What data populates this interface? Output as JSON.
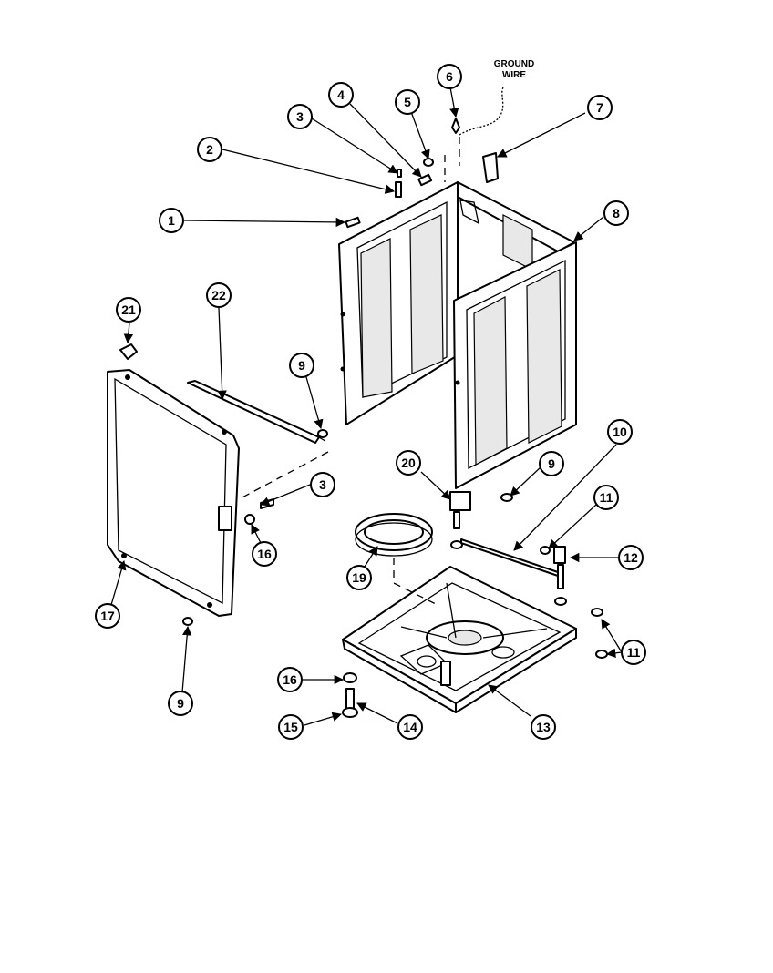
{
  "diagram": {
    "note": {
      "line1": "GROUND",
      "line2": "WIRE"
    },
    "callouts": [
      {
        "key": "c1",
        "label": "1"
      },
      {
        "key": "c2",
        "label": "2"
      },
      {
        "key": "c3a",
        "label": "3"
      },
      {
        "key": "c4",
        "label": "4"
      },
      {
        "key": "c5",
        "label": "5"
      },
      {
        "key": "c6",
        "label": "6"
      },
      {
        "key": "c7",
        "label": "7"
      },
      {
        "key": "c8",
        "label": "8"
      },
      {
        "key": "c9a",
        "label": "9"
      },
      {
        "key": "c9b",
        "label": "9"
      },
      {
        "key": "c9c",
        "label": "9"
      },
      {
        "key": "c10",
        "label": "10"
      },
      {
        "key": "c11a",
        "label": "11"
      },
      {
        "key": "c11b",
        "label": "11"
      },
      {
        "key": "c12",
        "label": "12"
      },
      {
        "key": "c13",
        "label": "13"
      },
      {
        "key": "c14",
        "label": "14"
      },
      {
        "key": "c15",
        "label": "15"
      },
      {
        "key": "c16a",
        "label": "16"
      },
      {
        "key": "c16b",
        "label": "16"
      },
      {
        "key": "c17",
        "label": "17"
      },
      {
        "key": "c19",
        "label": "19"
      },
      {
        "key": "c20",
        "label": "20"
      },
      {
        "key": "c21",
        "label": "21"
      },
      {
        "key": "c22",
        "label": "22"
      },
      {
        "key": "c3b",
        "label": "3"
      }
    ]
  }
}
